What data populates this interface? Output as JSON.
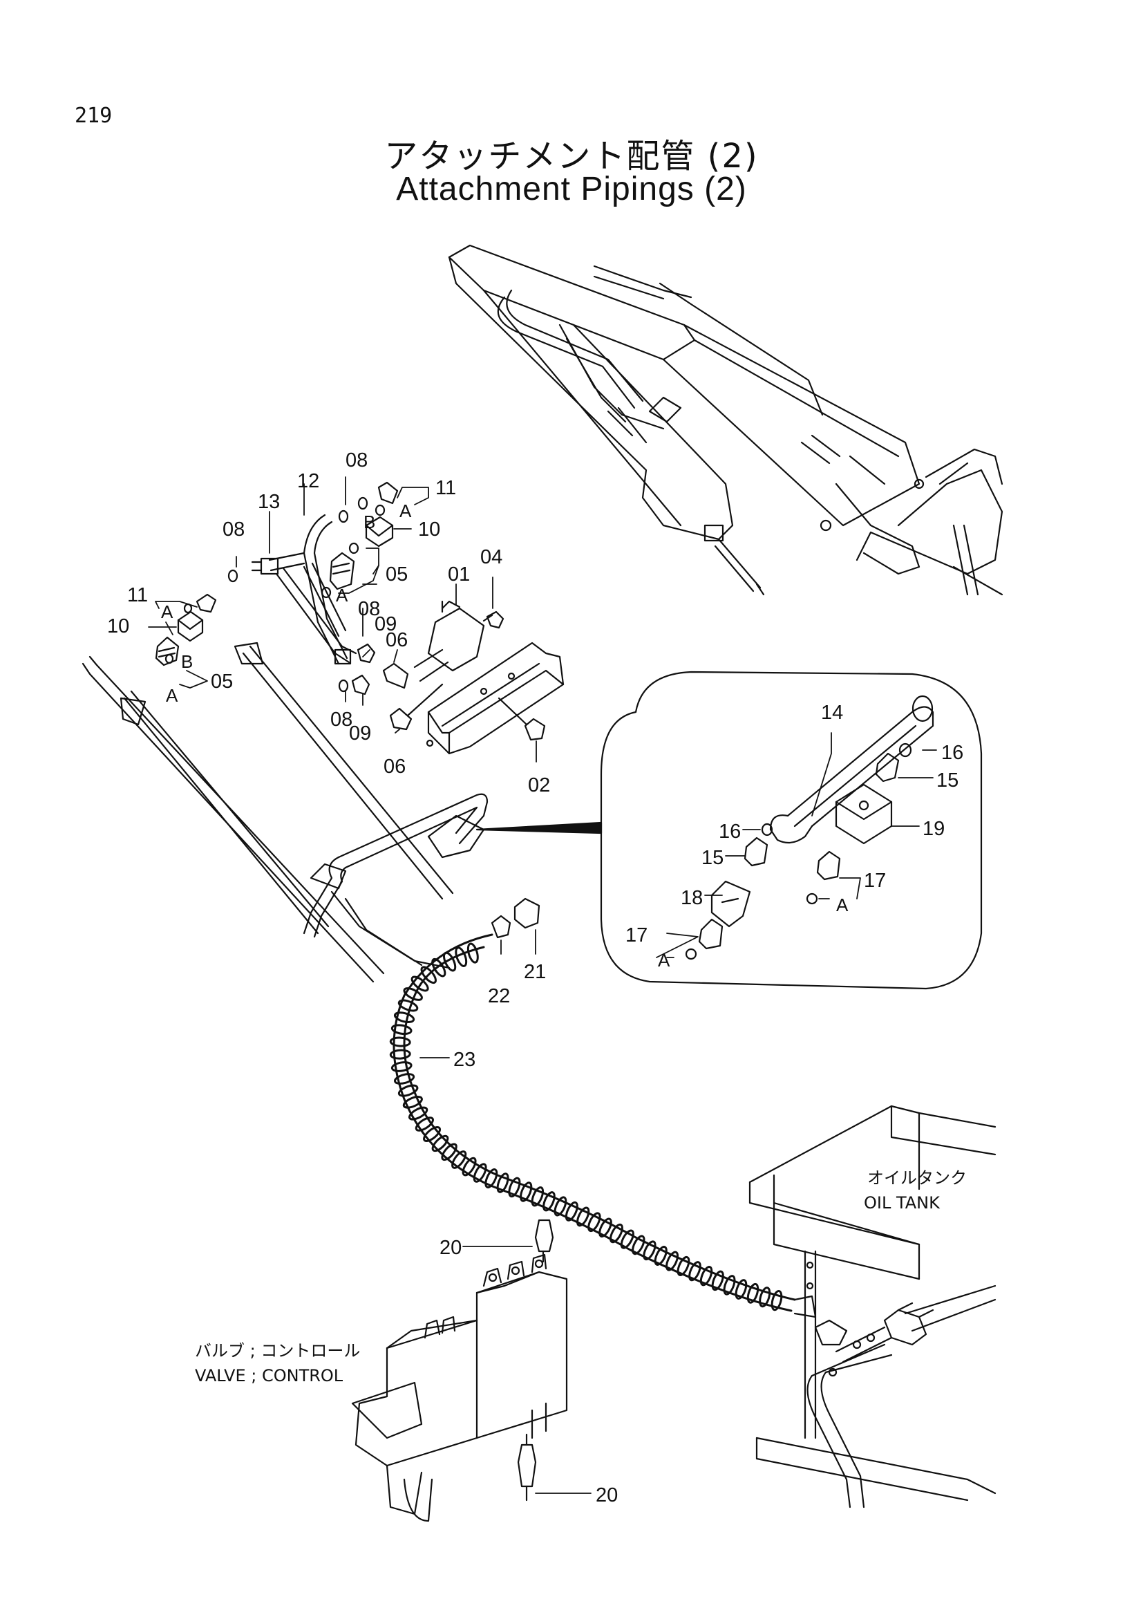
{
  "page_number": "219",
  "title_jp": "アタッチメント配管 (2)",
  "title_en": "Attachment Pipings (2)",
  "captions": {
    "oil_tank_jp": "オイルタンク",
    "oil_tank_en": "OIL TANK",
    "valve_jp": "バルブ ; コントロール",
    "valve_en": "VALVE ; CONTROL"
  },
  "part_labels": {
    "p01": "01",
    "p02": "02",
    "p04": "04",
    "p05a": "05",
    "p05b": "05",
    "p06a": "06",
    "p06b": "06",
    "p08a": "08",
    "p08b": "08",
    "p08c": "08",
    "p08d": "08",
    "p09a": "09",
    "p09b": "09",
    "p10a": "10",
    "p10b": "10",
    "p11a": "11",
    "p11b": "11",
    "p12": "12",
    "p13": "13",
    "p14": "14",
    "p15a": "15",
    "p15b": "15",
    "p16a": "16",
    "p16b": "16",
    "p17a": "17",
    "p17b": "17",
    "p18": "18",
    "p19": "19",
    "p20a": "20",
    "p20b": "20",
    "p21": "21",
    "p22": "22",
    "p23": "23"
  },
  "connector_labels": {
    "a1": "A",
    "a2": "A",
    "a3": "A",
    "a4": "A",
    "a5": "A",
    "a6": "A",
    "b1": "B",
    "b2": "B"
  }
}
